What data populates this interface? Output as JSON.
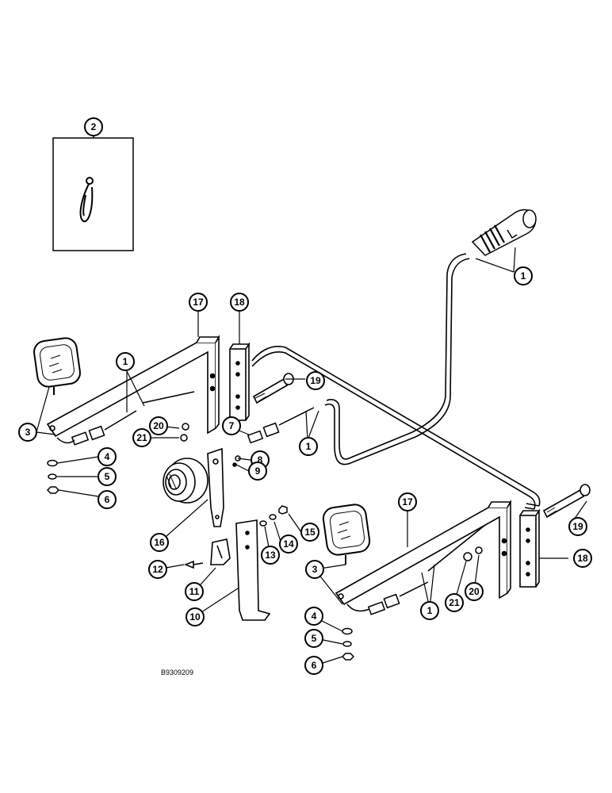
{
  "figure": {
    "reference_code": "B9309209",
    "inset_label": "2"
  },
  "callouts": [
    {
      "id": "c2",
      "label": "2"
    },
    {
      "id": "c1a",
      "label": "1"
    },
    {
      "id": "c17a",
      "label": "17"
    },
    {
      "id": "c18a",
      "label": "18"
    },
    {
      "id": "c1b",
      "label": "1"
    },
    {
      "id": "c19a",
      "label": "19"
    },
    {
      "id": "c3a",
      "label": "3"
    },
    {
      "id": "c20a",
      "label": "20"
    },
    {
      "id": "c21a",
      "label": "21"
    },
    {
      "id": "c7",
      "label": "7"
    },
    {
      "id": "c8",
      "label": "8"
    },
    {
      "id": "c1c",
      "label": "1"
    },
    {
      "id": "c4a",
      "label": "4"
    },
    {
      "id": "c5a",
      "label": "5"
    },
    {
      "id": "c6a",
      "label": "6"
    },
    {
      "id": "c9",
      "label": "9"
    },
    {
      "id": "c17b",
      "label": "17"
    },
    {
      "id": "c19b",
      "label": "19"
    },
    {
      "id": "c16",
      "label": "16"
    },
    {
      "id": "c15",
      "label": "15"
    },
    {
      "id": "c13",
      "label": "13"
    },
    {
      "id": "c14",
      "label": "14"
    },
    {
      "id": "c18b",
      "label": "18"
    },
    {
      "id": "c12",
      "label": "12"
    },
    {
      "id": "c3b",
      "label": "3"
    },
    {
      "id": "c11",
      "label": "11"
    },
    {
      "id": "c21b",
      "label": "21"
    },
    {
      "id": "c20b",
      "label": "20"
    },
    {
      "id": "c10",
      "label": "10"
    },
    {
      "id": "c1d",
      "label": "1"
    },
    {
      "id": "c4b",
      "label": "4"
    },
    {
      "id": "c5b",
      "label": "5"
    },
    {
      "id": "c6b",
      "label": "6"
    }
  ]
}
